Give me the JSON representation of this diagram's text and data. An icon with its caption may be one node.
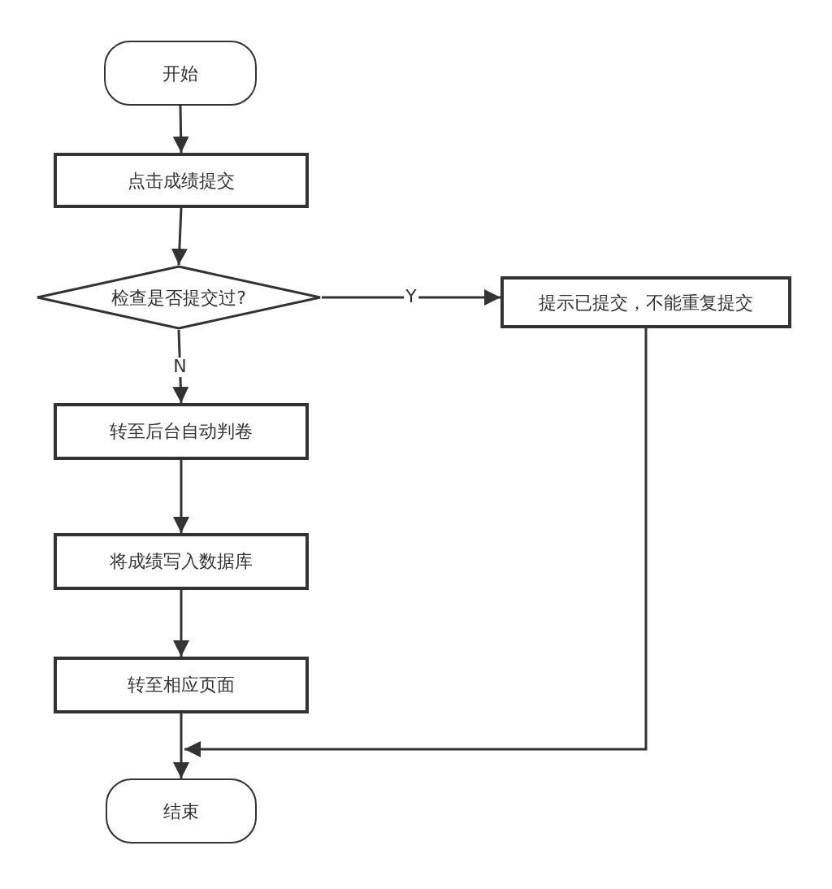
{
  "diagram": {
    "nodes": [
      {
        "text": [
          "开始"
        ]
      },
      {
        "text": [
          "点击成绩提交"
        ]
      },
      {
        "text": [
          "检查是否提交过?"
        ]
      },
      {
        "text": [
          "提示已提交，不能重复提交"
        ]
      },
      {
        "text": [
          "转至后台自动判卷"
        ]
      },
      {
        "text": [
          "将成绩写入数据库"
        ]
      },
      {
        "text": [
          "转至相应页面"
        ]
      },
      {
        "text": [
          "结束"
        ]
      }
    ],
    "edges": [
      {
        "from": 0,
        "to": 1,
        "arrow": "to"
      },
      {
        "from": 1,
        "to": 2,
        "arrow": "to"
      },
      {
        "from": 2,
        "to": 3,
        "arrow": "to",
        "label": "Y"
      },
      {
        "from": 2,
        "to": 4,
        "arrow": "to",
        "label": "N"
      },
      {
        "from": 4,
        "to": 5,
        "arrow": "to"
      },
      {
        "from": 5,
        "to": 6,
        "arrow": "to"
      },
      {
        "from": 6,
        "to": 7,
        "arrow": "to"
      },
      {
        "from": 3,
        "to": 7,
        "arrow": "to"
      }
    ]
  }
}
